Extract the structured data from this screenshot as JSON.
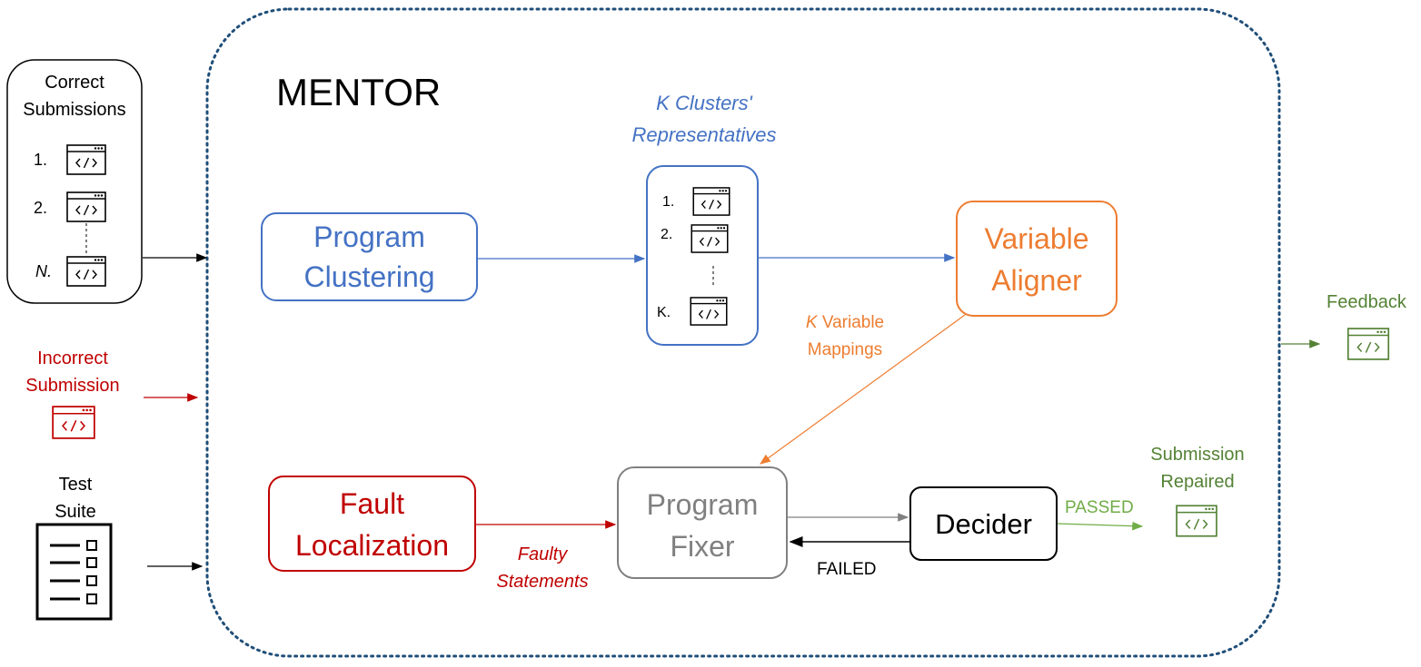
{
  "title": "MENTOR",
  "inputs": {
    "correct": {
      "label": "Correct\nSubmissions",
      "items": [
        "1.",
        "2.",
        "N."
      ]
    },
    "incorrect": {
      "label": "Incorrect\nSubmission"
    },
    "test_suite": {
      "label": "Test\nSuite"
    }
  },
  "components": {
    "program_clustering": "Program\nClustering",
    "variable_aligner": "Variable\nAligner",
    "fault_localization": "Fault\nLocalization",
    "program_fixer": "Program\nFixer",
    "decider": "Decider"
  },
  "clusters": {
    "label": "K Clusters'\nRepresentatives",
    "items": [
      "1.",
      "2.",
      "K."
    ]
  },
  "edge_labels": {
    "variable_mappings_k": "K",
    "variable_mappings_rest": " Variable",
    "variable_mappings_line2": "Mappings",
    "faulty_statements": "Faulty\nStatements",
    "failed": "FAILED",
    "passed": "PASSED"
  },
  "outputs": {
    "feedback": "Feedback",
    "submission_repaired": "Submission\nRepaired"
  },
  "colors": {
    "blue": "#4472C4",
    "orange": "#ED7D31",
    "red": "#C00000",
    "gray": "#808080",
    "green": "#548235",
    "light_green": "#70AD47",
    "dotted_border": "#1F4E79",
    "black": "#000000"
  },
  "icons": [
    "code-window-icon",
    "checklist-icon"
  ]
}
